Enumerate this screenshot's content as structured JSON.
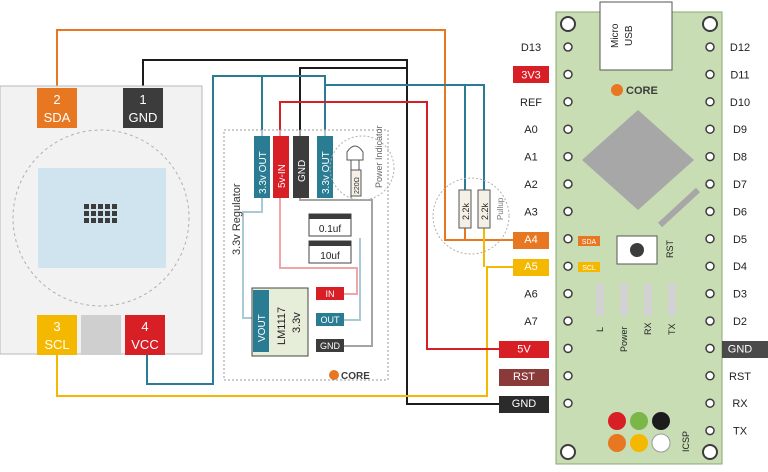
{
  "colors": {
    "orange": "#e87722",
    "dark": "#3c3c3c",
    "yellow": "#f5b800",
    "red": "#d91f26",
    "teal": "#2a7c93",
    "board": "#c9ddb4",
    "maroon": "#8b3a3a",
    "gray_wire": "#7a7a7a"
  },
  "sensor": {
    "pin_sda": {
      "num": "2",
      "label": "SDA"
    },
    "pin_gnd": {
      "num": "1",
      "label": "GND"
    },
    "pin_scl": {
      "num": "3",
      "label": "SCL"
    },
    "pin_vcc": {
      "num": "4",
      "label": "VCC"
    }
  },
  "regulator": {
    "title": "3.3v Regulator",
    "header_pins": [
      "3.3v OUT",
      "5v-IN",
      "GND",
      "3.3v OUT"
    ],
    "led_label": "Power Indicator",
    "resistor_label": "220Ω",
    "cap1": "0.1uf",
    "cap2": "10uf",
    "ic_pins": {
      "vout": "VOUT",
      "in": "IN",
      "out": "OUT",
      "gnd": "GND"
    },
    "ic_name": "LM1117",
    "ic_voltage": "3.3v",
    "logo": "CORE"
  },
  "pullup": {
    "resistors": [
      "2.2k",
      "2.2k"
    ],
    "label": "Pullup"
  },
  "board": {
    "usb": [
      "Micro",
      "USB"
    ],
    "logo": "CORE",
    "left_pins": [
      "D13",
      "3V3",
      "REF",
      "A0",
      "A1",
      "A2",
      "A3",
      "A4",
      "A5",
      "A6",
      "A7",
      "5V",
      "RST",
      "GND"
    ],
    "right_pins": [
      "D12",
      "D11",
      "D10",
      "D9",
      "D8",
      "D7",
      "D6",
      "D5",
      "D4",
      "D3",
      "D2",
      "GND",
      "RST",
      "RX",
      "TX"
    ],
    "sda_tag": "SDA",
    "scl_tag": "SCL",
    "rst_button": "RST",
    "leds": [
      "L",
      "Power",
      "RX",
      "TX"
    ],
    "icsp": "ICSP"
  }
}
